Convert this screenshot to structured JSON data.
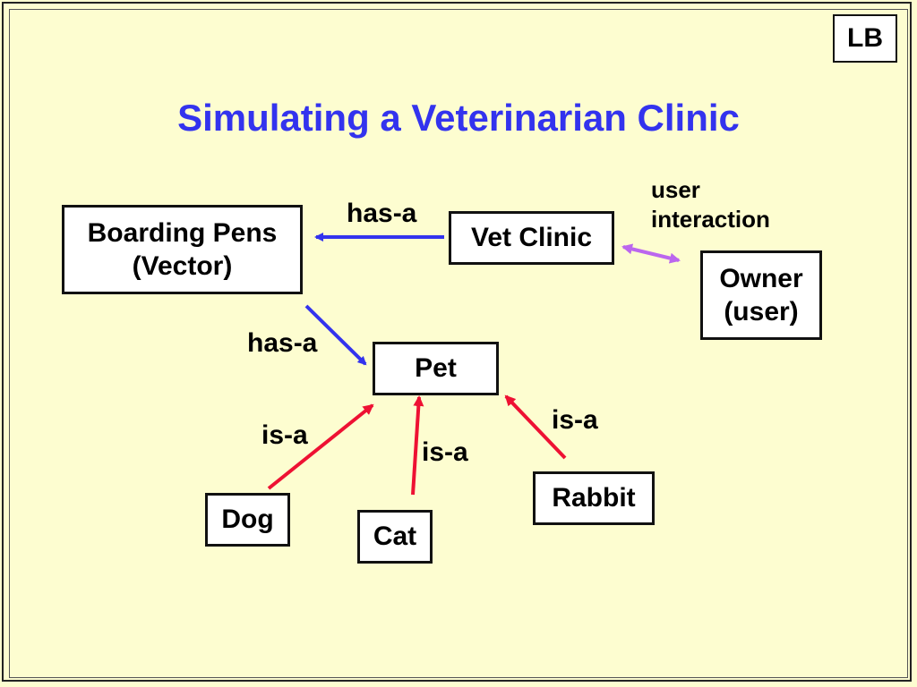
{
  "badge": "LB",
  "title": "Simulating a Veterinarian Clinic",
  "nodes": {
    "boarding_pens_line1": "Boarding Pens",
    "boarding_pens_line2": "(Vector)",
    "vet_clinic": "Vet Clinic",
    "owner_line1": "Owner",
    "owner_line2": "(user)",
    "pet": "Pet",
    "dog": "Dog",
    "cat": "Cat",
    "rabbit": "Rabbit"
  },
  "edge_labels": {
    "clinic_pens": "has-a",
    "pens_pet": "has-a",
    "user_interaction_line1": "user",
    "user_interaction_line2": "interaction",
    "dog_pet": "is-a",
    "cat_pet": "is-a",
    "rabbit_pet": "is-a"
  },
  "colors": {
    "title": "#3333ee",
    "has_a_arrow": "#3333ee",
    "is_a_arrow": "#ee1133",
    "interaction_arrow": "#bb66ee",
    "background": "#fdfdd0"
  }
}
